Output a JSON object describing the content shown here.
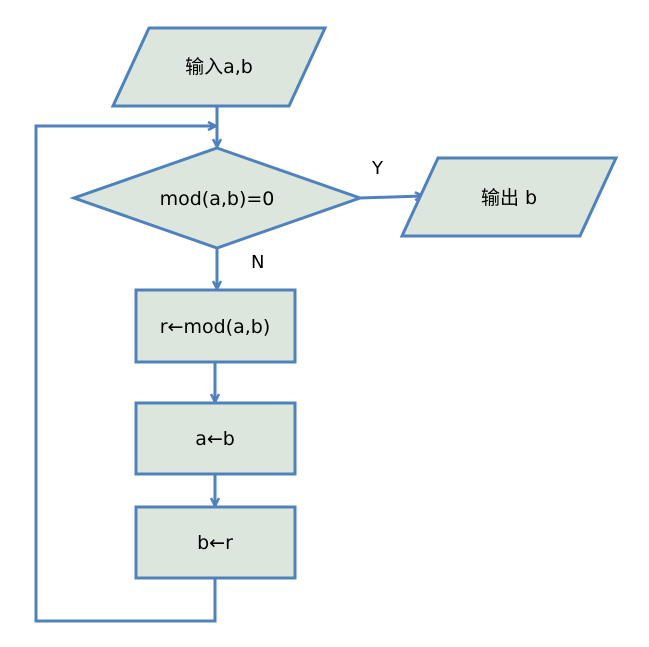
{
  "colors": {
    "node_fill": "#dce6dc",
    "node_stroke": "#4f81bd",
    "edge_stroke": "#4f81bd",
    "text": "#000000"
  },
  "nodes": {
    "input": {
      "shape": "parallelogram",
      "label": "输入a,b"
    },
    "decision": {
      "shape": "diamond",
      "label": "mod(a,b)=0"
    },
    "output": {
      "shape": "parallelogram",
      "label": "输出 b"
    },
    "assign_r": {
      "shape": "rectangle",
      "label": "r←mod(a,b)"
    },
    "assign_a": {
      "shape": "rectangle",
      "label": "a←b"
    },
    "assign_b": {
      "shape": "rectangle",
      "label": "b←r"
    }
  },
  "edges": [
    {
      "from": "input",
      "to": "decision",
      "label": ""
    },
    {
      "from": "decision",
      "to": "output",
      "label": "Y"
    },
    {
      "from": "decision",
      "to": "assign_r",
      "label": "N"
    },
    {
      "from": "assign_r",
      "to": "assign_a",
      "label": ""
    },
    {
      "from": "assign_a",
      "to": "assign_b",
      "label": ""
    },
    {
      "from": "assign_b",
      "to": "decision",
      "label": ""
    }
  ]
}
